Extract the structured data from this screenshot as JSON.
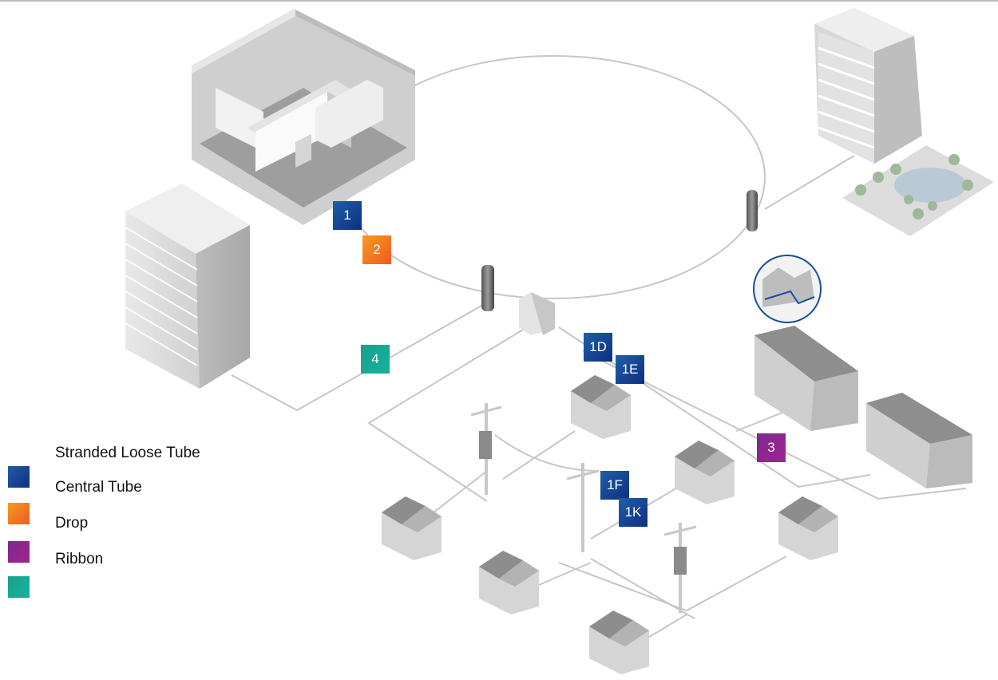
{
  "badges": [
    {
      "id": "1",
      "label": "1",
      "color": "blue"
    },
    {
      "id": "2",
      "label": "2",
      "color": "orange"
    },
    {
      "id": "3",
      "label": "3",
      "color": "purple"
    },
    {
      "id": "4",
      "label": "4",
      "color": "teal"
    },
    {
      "id": "1d",
      "label": "1D",
      "color": "blue"
    },
    {
      "id": "1e",
      "label": "1E",
      "color": "blue"
    },
    {
      "id": "1f",
      "label": "1F",
      "color": "blue"
    },
    {
      "id": "1k",
      "label": "1K",
      "color": "blue"
    }
  ],
  "legend": {
    "items": [
      {
        "label": "Stranded Loose Tube",
        "color": ""
      },
      {
        "label": "Central Tube",
        "color": "blue"
      },
      {
        "label": "Drop",
        "color": "orange"
      },
      {
        "label": "Ribbon",
        "color": "purple"
      },
      {
        "label": "",
        "color": "teal"
      }
    ]
  },
  "colors": {
    "blue": "#1a4c9c",
    "orange": "#f47c20",
    "purple": "#8b2790",
    "teal": "#18a894",
    "line": "#c8c8c8",
    "building": "#d9d9d9"
  }
}
